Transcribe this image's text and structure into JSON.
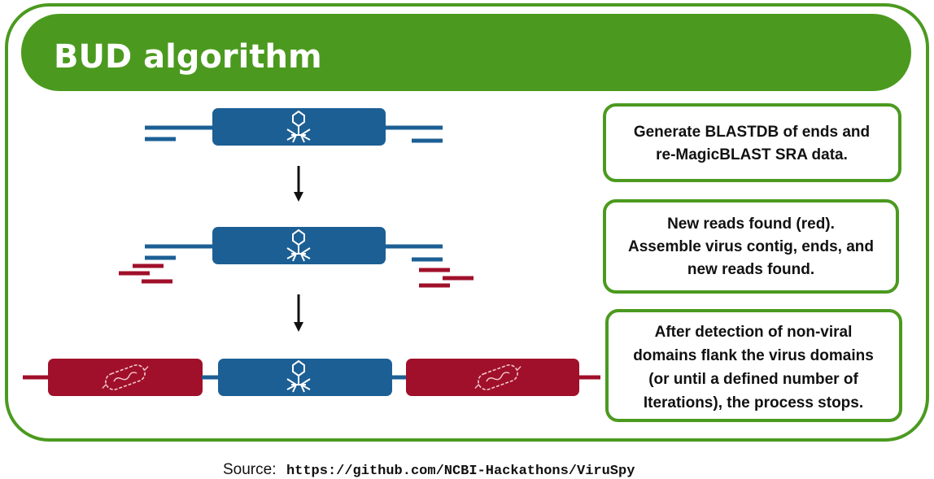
{
  "title": "BUD algorithm",
  "steps": [
    {
      "lines": [
        "Generate BLASTDB of ends and",
        "re-MagicBLAST SRA data."
      ]
    },
    {
      "lines": [
        "New reads found (red).",
        "Assemble virus contig, ends, and",
        "new reads found."
      ]
    },
    {
      "lines": [
        "After detection of non-viral",
        "domains flank the virus domains",
        "(or until a defined number of",
        "Iterations), the process stops."
      ]
    }
  ],
  "source": {
    "label": "Source:",
    "url": "https://github.com/NCBI-Hackathons/ViruSpy"
  },
  "colors": {
    "green": "#4b9a1f",
    "blue": "#1c5f94",
    "red": "#a0102a",
    "arrow": "#111111"
  },
  "icons": {
    "virus": "bacteriophage-icon",
    "bacterium": "bacterium-icon"
  }
}
